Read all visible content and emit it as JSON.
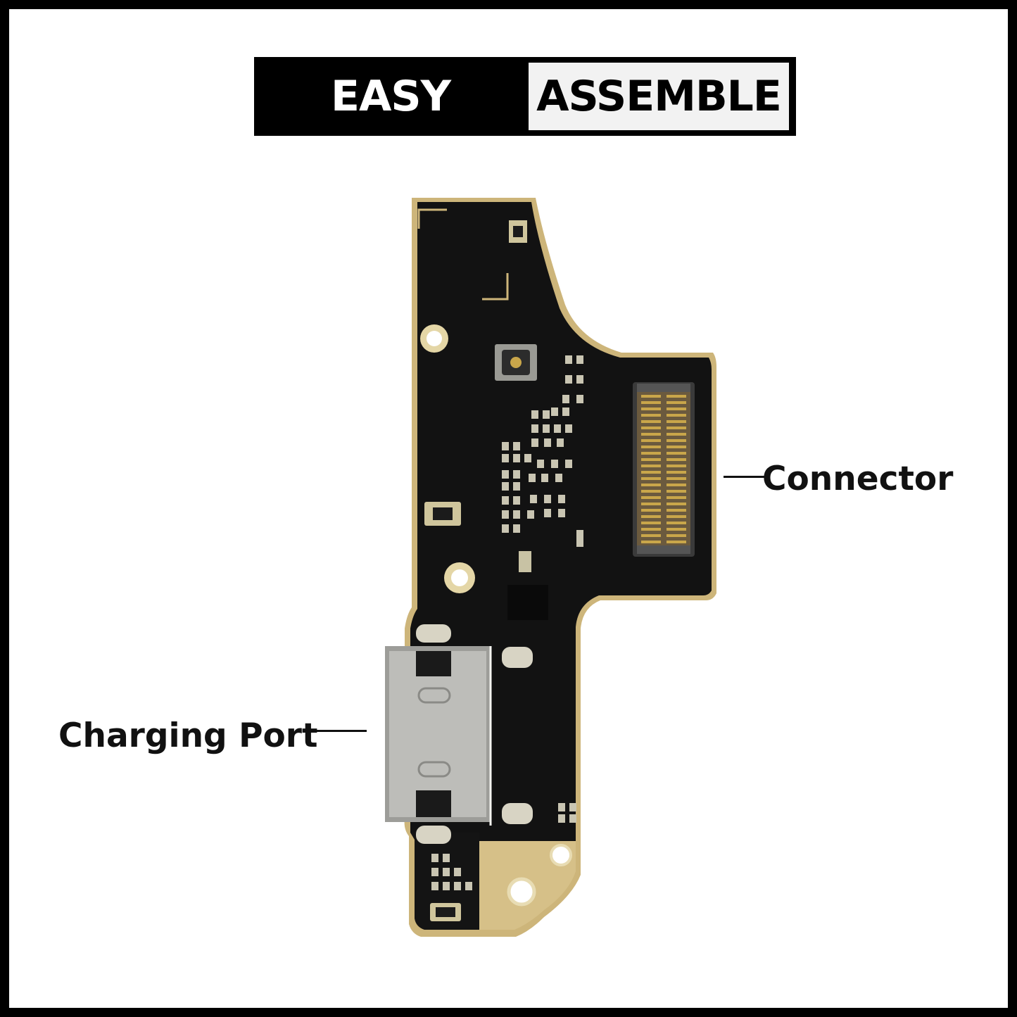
{
  "banner": {
    "left_text": "EASY",
    "right_text": "ASSEMBLE"
  },
  "labels": {
    "connector": "Connector",
    "charging_port": "Charging Port"
  },
  "colors": {
    "pcb": "#111111",
    "gold": "#d8c28a",
    "steel": "#b9b9b6",
    "frame": "#000000"
  }
}
